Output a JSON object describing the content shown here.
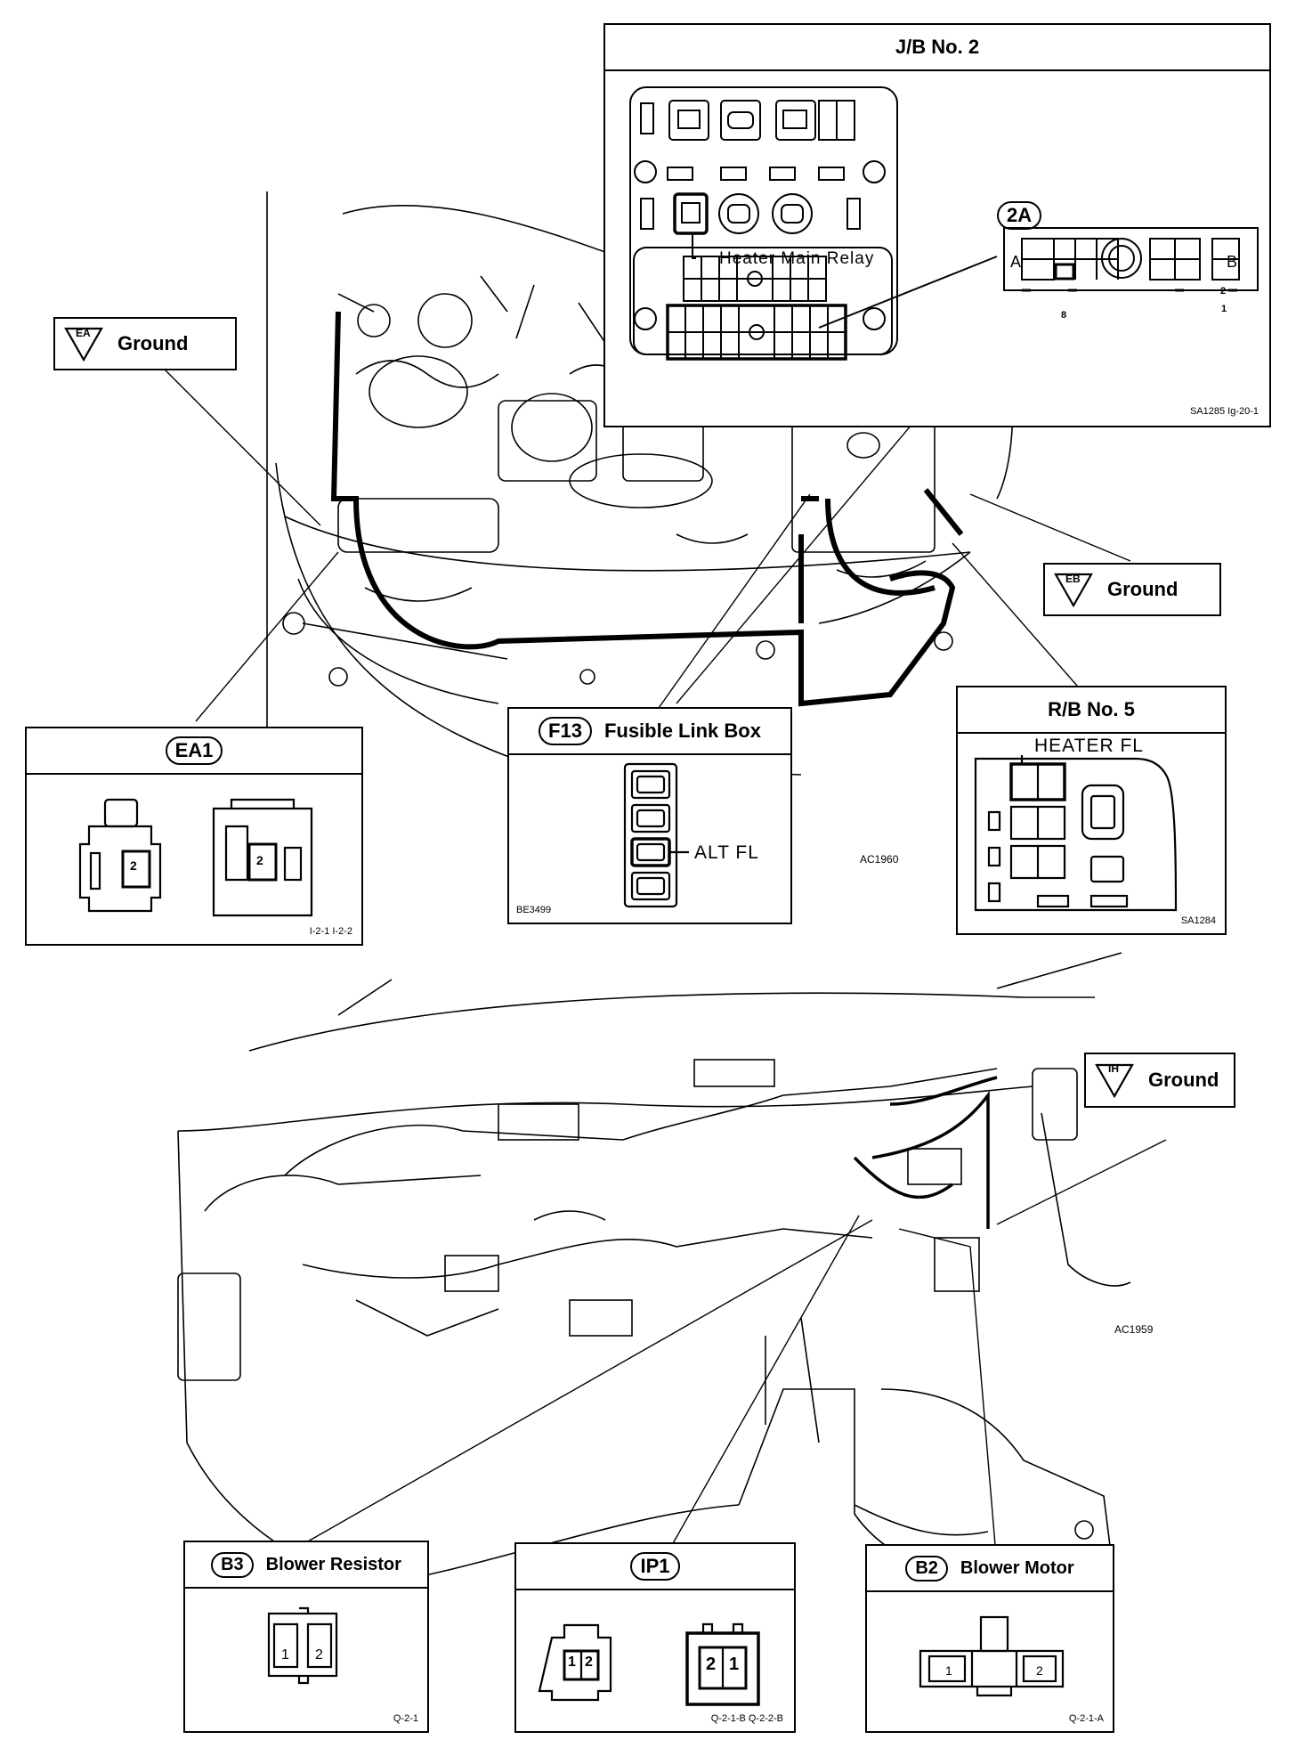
{
  "jb2": {
    "title": "J/B No. 2",
    "relay_label": "Heater Main Relay",
    "connector_code": "2A",
    "pin_a": "A",
    "pin_b": "B",
    "pins": [
      "2",
      "1",
      "8"
    ],
    "ref": "SA1285 Ig-20-1"
  },
  "ground_ea": {
    "code": "EA",
    "label": "Ground"
  },
  "ground_eb": {
    "code": "EB",
    "label": "Ground"
  },
  "ground_ih": {
    "code": "IH",
    "label": "Ground"
  },
  "ea1": {
    "code": "EA1",
    "pin": "2",
    "ref": "I-2-1 I-2-2"
  },
  "f13": {
    "code": "F13",
    "title": "Fusible Link Box",
    "fuse_label": "ALT FL",
    "ref": "BE3499"
  },
  "rb5": {
    "title": "R/B No. 5",
    "fuse_label": "HEATER FL",
    "ref": "SA1284"
  },
  "engine_fig": "AC1960",
  "dash_fig": "AC1959",
  "b3": {
    "code": "B3",
    "title": "Blower Resistor",
    "pins": [
      "1",
      "2"
    ],
    "ref": "Q-2-1"
  },
  "ip1": {
    "code": "IP1",
    "pins_left": [
      "1",
      "2"
    ],
    "pins_right": [
      "2",
      "1"
    ],
    "ref": "Q-2-1-B Q-2-2-B"
  },
  "b2": {
    "code": "B2",
    "title": "Blower Motor",
    "pins": [
      "1",
      "2"
    ],
    "ref": "Q-2-1-A"
  }
}
